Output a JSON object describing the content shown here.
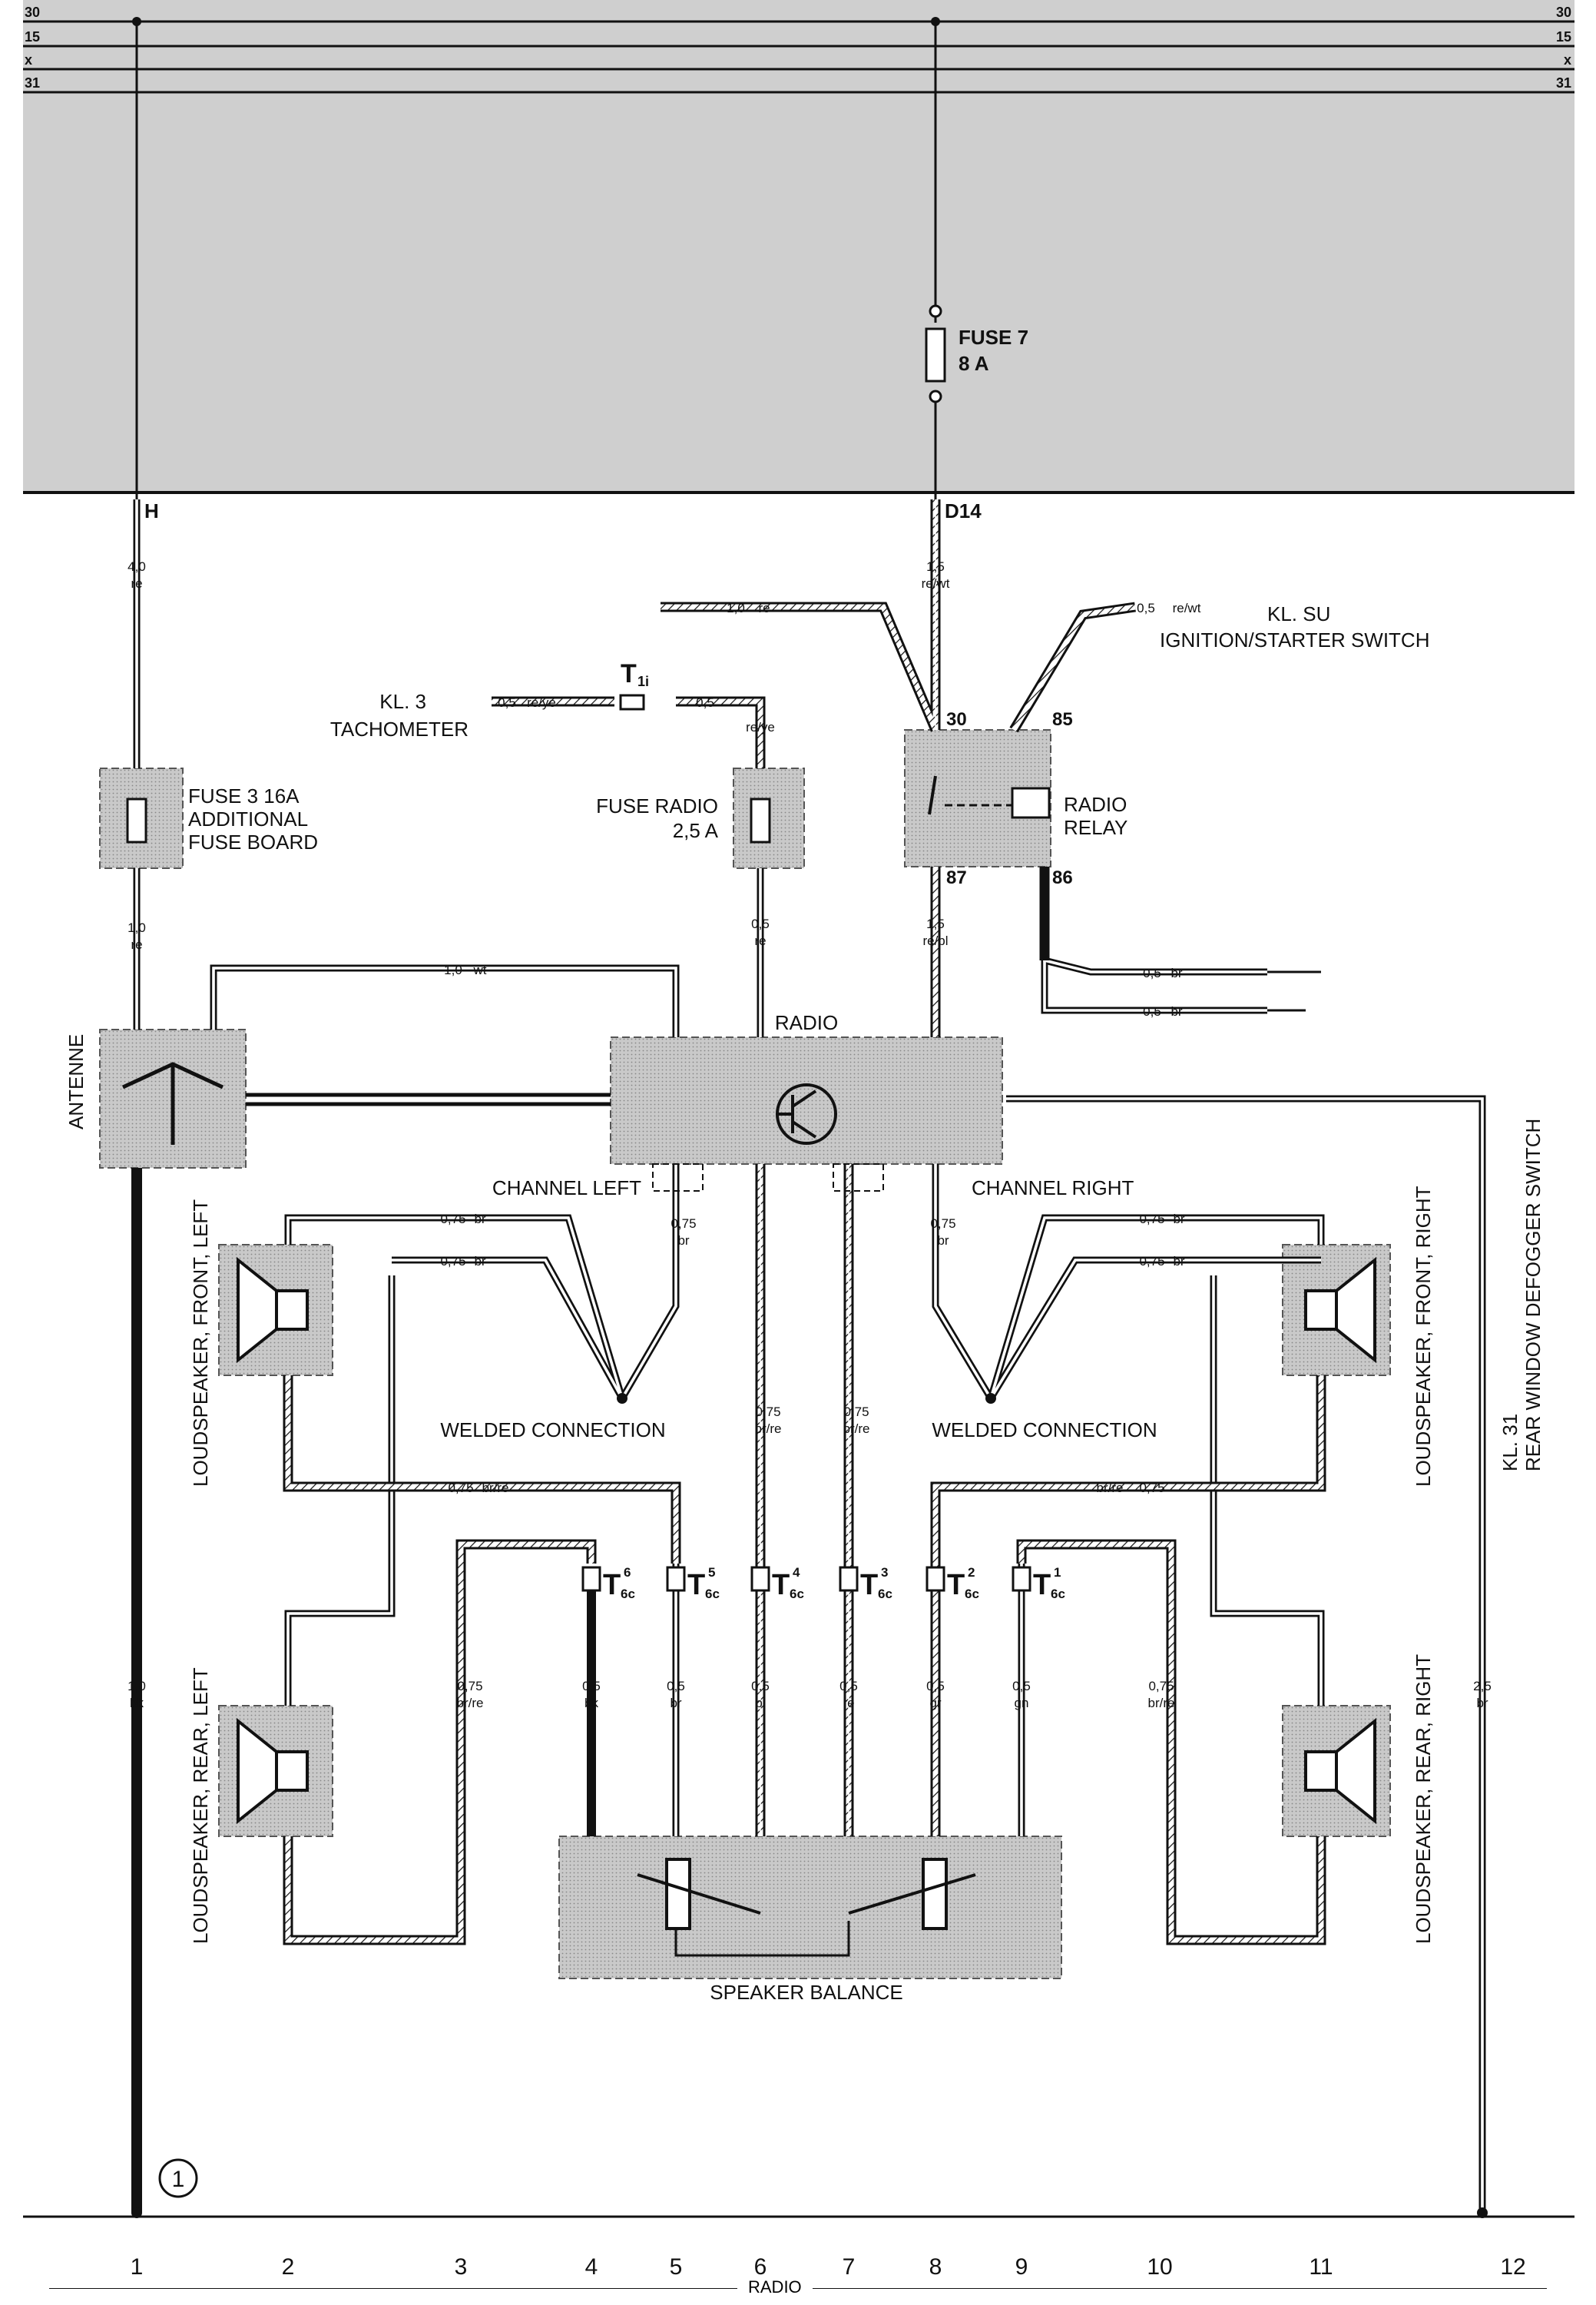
{
  "bus_lines": [
    "30",
    "15",
    "x",
    "31"
  ],
  "fuse_block": {
    "fuse7": {
      "name": "FUSE 7",
      "rating": "8 A"
    },
    "terminals": {
      "h": "H",
      "d14": "D14"
    }
  },
  "wires": {
    "w_h": {
      "size": "4,0",
      "color": "re"
    },
    "w_d14": {
      "size": "1,5",
      "color": "re/wt"
    },
    "w_top_re": {
      "size": "1,0",
      "color": "re"
    },
    "w_ign": {
      "size": "0,5",
      "color": "re/wt"
    },
    "w_tach": {
      "size": "0,5",
      "color": "re/ye"
    },
    "w_t1i": {
      "size": "0,5",
      "color": ""
    },
    "w_fr_in": {
      "color": "re/ye"
    },
    "w_ant_in": {
      "size": "1,0",
      "color": "re"
    },
    "w_wt": {
      "size": "1,0",
      "color": "wt"
    },
    "w_fr_out": {
      "size": "0,5",
      "color": "re"
    },
    "w_87": {
      "size": "1,5",
      "color": "re/bl"
    },
    "w_86a": {
      "size": "0,5",
      "color": "br"
    },
    "w_86b": {
      "size": "0,5",
      "color": "br"
    },
    "w_cl": {
      "size": "0,75",
      "color": "br"
    },
    "w_cr": {
      "size": "0,75",
      "color": "br"
    },
    "w_lfl1": {
      "size": "0,75",
      "color": "br"
    },
    "w_lfl2": {
      "size": "0,75",
      "color": "br"
    },
    "w_lfr1": {
      "size": "0,75",
      "color": "br"
    },
    "w_lfr2": {
      "size": "0,75",
      "color": "br"
    },
    "w_c6": {
      "size": "0,75",
      "color": "br/re"
    },
    "w_c7": {
      "size": "0,75",
      "color": "br/re"
    },
    "w_lbr": {
      "size": "0,75",
      "color": "br/re"
    },
    "w_rbr": {
      "size": "0,75",
      "color": "br/re"
    },
    "w_gnd": {
      "size": "1,0",
      "color": "bk"
    },
    "w_rl": {
      "size": "0,75",
      "color": "br/re"
    },
    "w_rr": {
      "size": "0,75",
      "color": "br/re"
    },
    "w_t6": {
      "size": "0,5",
      "color": "bk"
    },
    "w_t5": {
      "size": "0,5",
      "color": "br"
    },
    "w_t4": {
      "size": "0,5",
      "color": "bl"
    },
    "w_t3": {
      "size": "0,5",
      "color": "re"
    },
    "w_t2": {
      "size": "0,5",
      "color": "gr"
    },
    "w_t1": {
      "size": "0,5",
      "color": "gn"
    },
    "w_12": {
      "size": "2,5",
      "color": "br"
    }
  },
  "components": {
    "fuse3": {
      "line1": "FUSE 3   16A",
      "line2": "ADDITIONAL",
      "line3": "FUSE BOARD"
    },
    "fuse_radio": {
      "line1": "FUSE RADIO",
      "line2": "2,5 A"
    },
    "radio_relay": {
      "line1": "RADIO",
      "line2": "RELAY",
      "pins": {
        "p30": "30",
        "p85": "85",
        "p87": "87",
        "p86": "86"
      }
    },
    "radio": "RADIO",
    "antenna": "ANTENNE",
    "channel_left": "CHANNEL LEFT",
    "channel_right": "CHANNEL RIGHT",
    "welded_left": "WELDED CONNECTION",
    "welded_right": "WELDED CONNECTION",
    "speaker_balance": "SPEAKER BALANCE",
    "ls_front_left": "LOUDSPEAKER, FRONT, LEFT",
    "ls_rear_left": "LOUDSPEAKER, REAR, LEFT",
    "ls_front_right": "LOUDSPEAKER, FRONT, RIGHT",
    "ls_rear_right": "LOUDSPEAKER, REAR, RIGHT",
    "t1i": {
      "main": "T",
      "sub": "1i"
    },
    "kl3": {
      "line1": "KL. 3",
      "line2": "TACHOMETER"
    },
    "kl_su": {
      "line1": "KL. SU",
      "line2": "IGNITION/STARTER SWITCH"
    },
    "kl31": {
      "line1": "KL. 31",
      "line2": "REAR WINDOW DEFOGGER SWITCH"
    }
  },
  "connectors": [
    {
      "main": "T",
      "sup": "6",
      "sub": "6c"
    },
    {
      "main": "T",
      "sup": "5",
      "sub": "6c"
    },
    {
      "main": "T",
      "sup": "4",
      "sub": "6c"
    },
    {
      "main": "T",
      "sup": "3",
      "sub": "6c"
    },
    {
      "main": "T",
      "sup": "2",
      "sub": "6c"
    },
    {
      "main": "T",
      "sup": "1",
      "sub": "6c"
    }
  ],
  "ground_marker": "1",
  "columns": [
    "1",
    "2",
    "3",
    "4",
    "5",
    "6",
    "7",
    "8",
    "9",
    "10",
    "11",
    "12"
  ],
  "footer_title": "RADIO"
}
